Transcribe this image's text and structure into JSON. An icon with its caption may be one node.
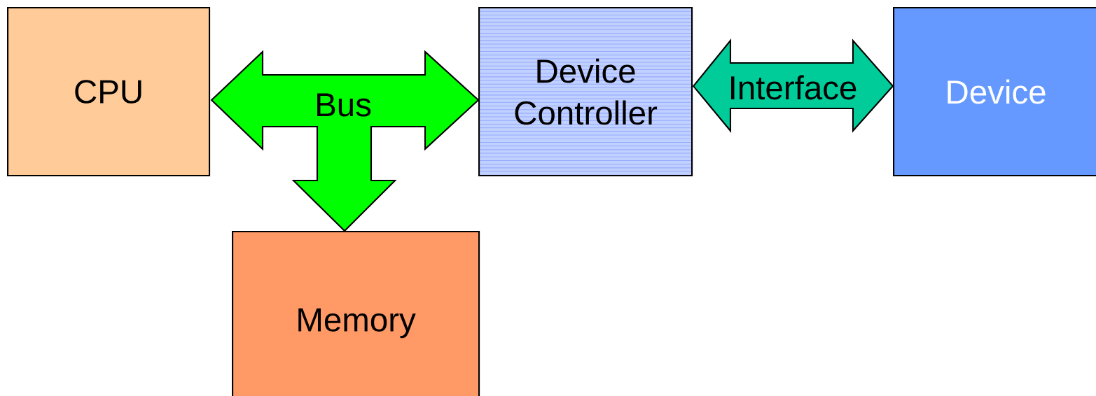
{
  "diagram": {
    "nodes": [
      {
        "text": [
          "CPU"
        ]
      },
      {
        "text": [
          "Device Controller"
        ]
      },
      {
        "text": [
          "Device"
        ]
      },
      {
        "text": [
          "Memory"
        ]
      }
    ],
    "edges": [
      {
        "from": 0,
        "to": 1,
        "arrow": "both",
        "label": "Bus",
        "color": "#00ff00"
      },
      {
        "from": 0,
        "to": 3,
        "arrow": "both",
        "color": "#00ff00"
      },
      {
        "from": 1,
        "to": 3,
        "arrow": "both",
        "color": "#00ff00"
      },
      {
        "from": 1,
        "to": 2,
        "arrow": "both",
        "label": "Interface",
        "color": "#00cc99"
      }
    ]
  }
}
